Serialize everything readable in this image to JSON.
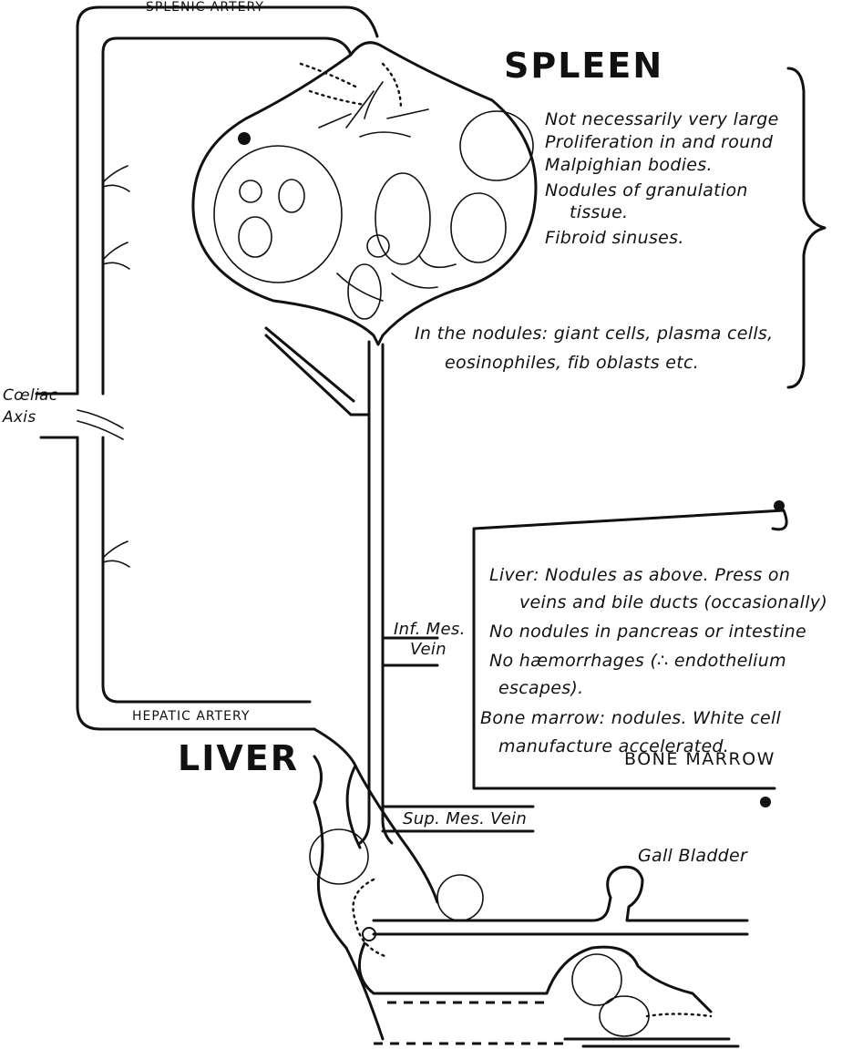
{
  "labels": {
    "spleen": "SPLEEN",
    "liver": "LIVER",
    "bone_marrow": "BONE MARROW",
    "splenic_artery": "SPLENIC ARTERY",
    "hepatic_artery": "HEPATIC ARTERY",
    "coeliac_line1": "Cœliac",
    "coeliac_line2": "Axis",
    "inf_mes_line1": "Inf. Mes.",
    "inf_mes_line2": "Vein",
    "sup_mes": "Sup. Mes. Vein",
    "gall_bladder": "Gall Bladder"
  },
  "spleen_notes": [
    "Not necessarily very large",
    "Proliferation in and round",
    "Malpighian bodies.",
    "Nodules of granulation",
    "tissue.",
    "Fibroid sinuses."
  ],
  "nodule_notes": [
    "In the nodules: giant cells, plasma cells,",
    "eosinophiles, fib oblasts etc."
  ],
  "liver_notes": [
    "Liver: Nodules as above. Press on",
    "veins and bile ducts (occasionally)",
    "No nodules in pancreas or intestine",
    "No hæmorrhages (∴ endothelium",
    "escapes).",
    "Bone marrow: nodules. White cell",
    "manufacture accelerated."
  ]
}
